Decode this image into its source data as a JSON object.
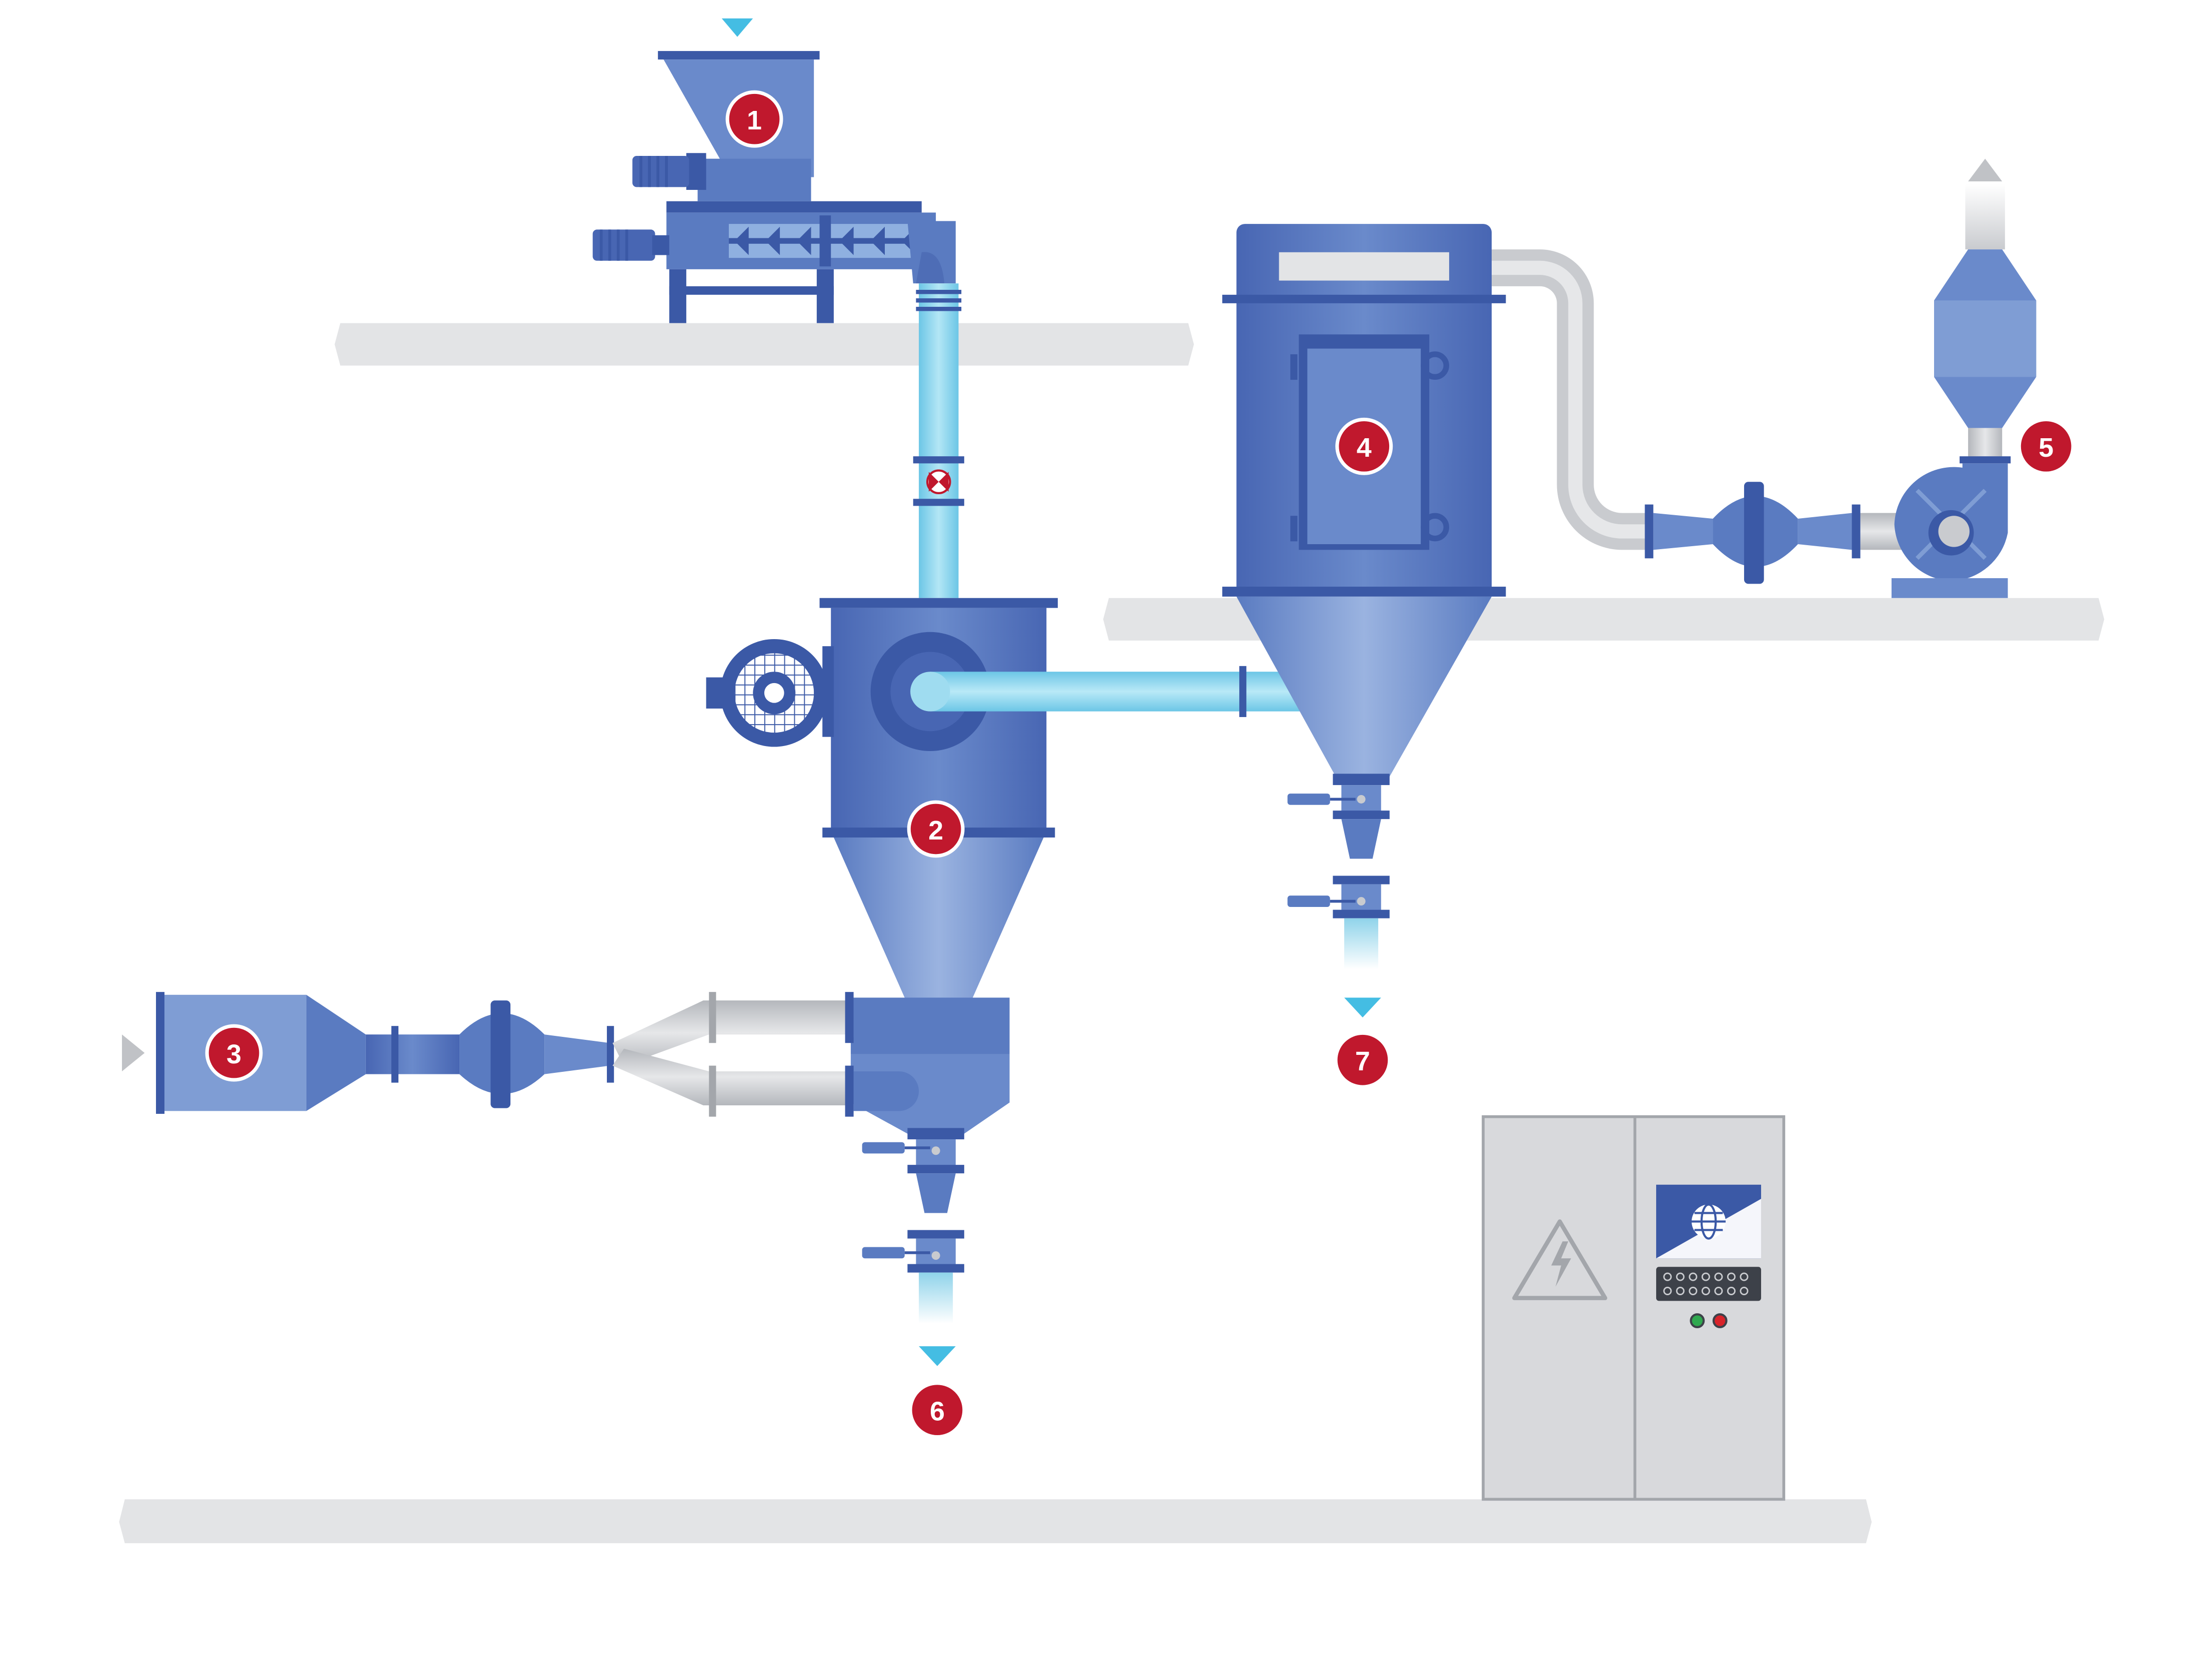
{
  "colors": {
    "blue_dark": "#3b59a6",
    "blue_mid": "#5a7bc1",
    "blue_light": "#7f9dd4",
    "cyan_pipe": "#8fd3ea",
    "cyan_arrow": "#44bde3",
    "gray_pipe": "#c9cbcf",
    "gray_floor": "#e3e4e6",
    "gray_arrow": "#c0c2c6",
    "marker_red": "#c0182d",
    "cabinet": "#d8d9dc",
    "cabinet_border": "#a3a6ab"
  },
  "markers": [
    {
      "id": "1",
      "label": "1"
    },
    {
      "id": "2",
      "label": "2"
    },
    {
      "id": "3",
      "label": "3"
    },
    {
      "id": "4",
      "label": "4"
    },
    {
      "id": "5",
      "label": "5"
    },
    {
      "id": "6",
      "label": "6"
    },
    {
      "id": "7",
      "label": "7"
    }
  ],
  "icons": {
    "hazard": "high-voltage-warning-icon",
    "globe": "globe-icon",
    "valve": "butterfly-valve-icon"
  }
}
